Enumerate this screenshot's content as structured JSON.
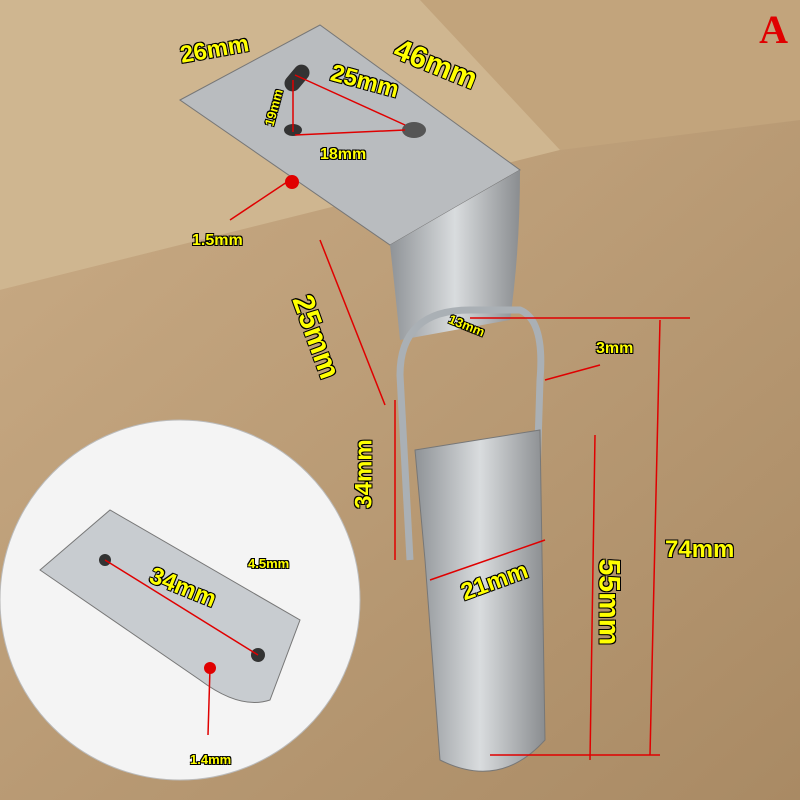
{
  "badge": "A",
  "labels": {
    "plate_width": "26mm",
    "plate_length": "46mm",
    "slot_spacing": "25mm",
    "slot_length": "19mm",
    "hole_spacing": "18mm",
    "plate_thickness": "1.5mm",
    "bend_height": "25mm",
    "loop_width": "13mm",
    "wire_diameter": "3mm",
    "loop_height": "34mm",
    "total_length": "74mm",
    "lever_length": "55mm",
    "lever_width": "21mm",
    "inset_hole_spacing": "34mm",
    "inset_hole_diameter": "4.5mm",
    "inset_thickness": "1.4mm"
  },
  "colors": {
    "annotation_line": "#e00000",
    "label_fill": "#ffff00",
    "badge": "#e00000"
  }
}
